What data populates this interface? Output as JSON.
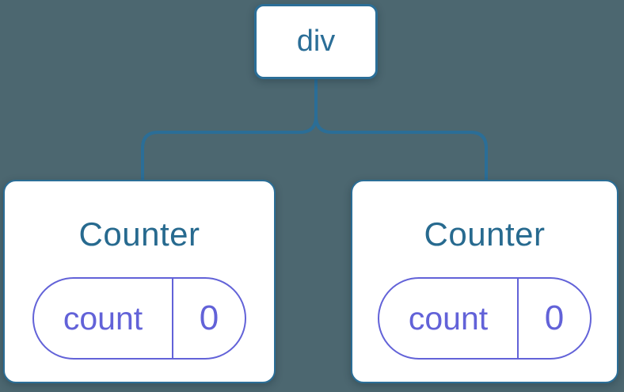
{
  "colors": {
    "background": "#4c6770",
    "node_fill": "#ffffff",
    "node_stroke_blue": "#2b6e97",
    "title_blue": "#276a8f",
    "state_purple": "#6262d8"
  },
  "tree": {
    "root": {
      "label": "div"
    },
    "children": [
      {
        "title": "Counter",
        "state": {
          "key": "count",
          "value": "0"
        }
      },
      {
        "title": "Counter",
        "state": {
          "key": "count",
          "value": "0"
        }
      }
    ]
  }
}
